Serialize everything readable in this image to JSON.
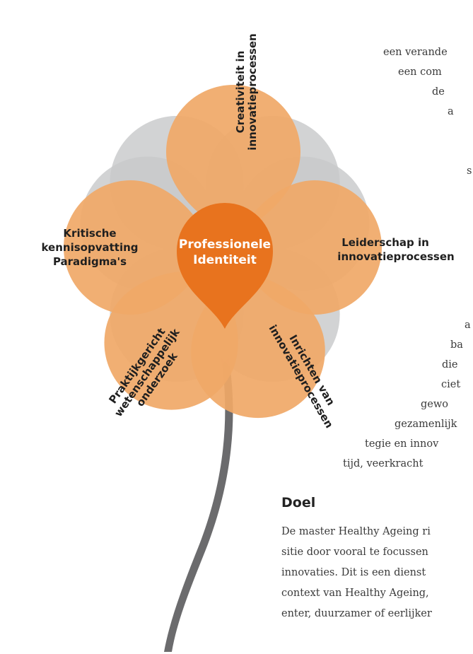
{
  "center": {
    "line1": "Professionele",
    "line2": "Identiteit"
  },
  "petals": {
    "top": {
      "line1": "Creativiteit in",
      "line2": "innovatieprocessen"
    },
    "right": {
      "line1": "Leiderschap in",
      "line2": "innovatieprocessen"
    },
    "bottom_right": {
      "line1": "Inrichten van",
      "line2": "innovatieprocessen"
    },
    "bottom_left": {
      "line1": "Praktijkgericht",
      "line2": "wetenschappelijk",
      "line3": "onderzoek"
    },
    "left": {
      "line1": "Kritische",
      "line2": "kennisopvatting",
      "line3": "Paradigma's"
    }
  },
  "side_text": {
    "top_lines": [
      "een verande",
      "een com",
      "de",
      "a",
      "s"
    ],
    "bottom_lines": [
      "a",
      "ba",
      "die",
      "ciet",
      "gewo",
      "gezamenlijk",
      "tegie en innov",
      "tijd, veerkracht"
    ]
  },
  "doel": {
    "heading": "Doel",
    "lines": [
      "De master Healthy Ageing ri",
      "sitie door vooral te focussen",
      "innovaties. Dit is een dienst",
      "context van Healthy Ageing,",
      "enter, duurzamer of eerlijker"
    ]
  },
  "colors": {
    "orange_petal": "#f0a867",
    "center": "#e8731e",
    "grey_petal": "#c8c9cb",
    "stem": "#6b6b6d"
  }
}
